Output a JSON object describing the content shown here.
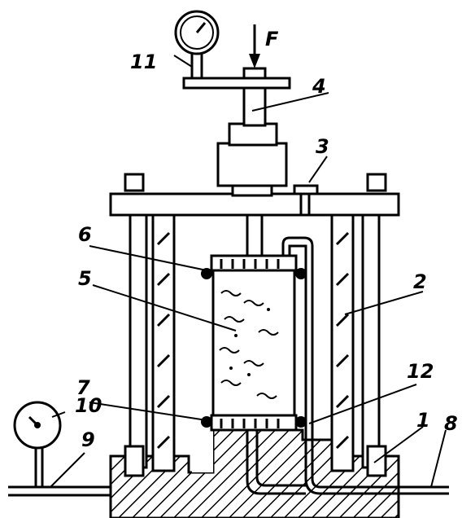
{
  "labels": {
    "force": "F",
    "n1": "1",
    "n2": "2",
    "n3": "3",
    "n4": "4",
    "n5": "5",
    "n6": "6",
    "n7": "7",
    "n8": "8",
    "n9": "9",
    "n10": "10",
    "n11": "11",
    "n12": "12"
  }
}
